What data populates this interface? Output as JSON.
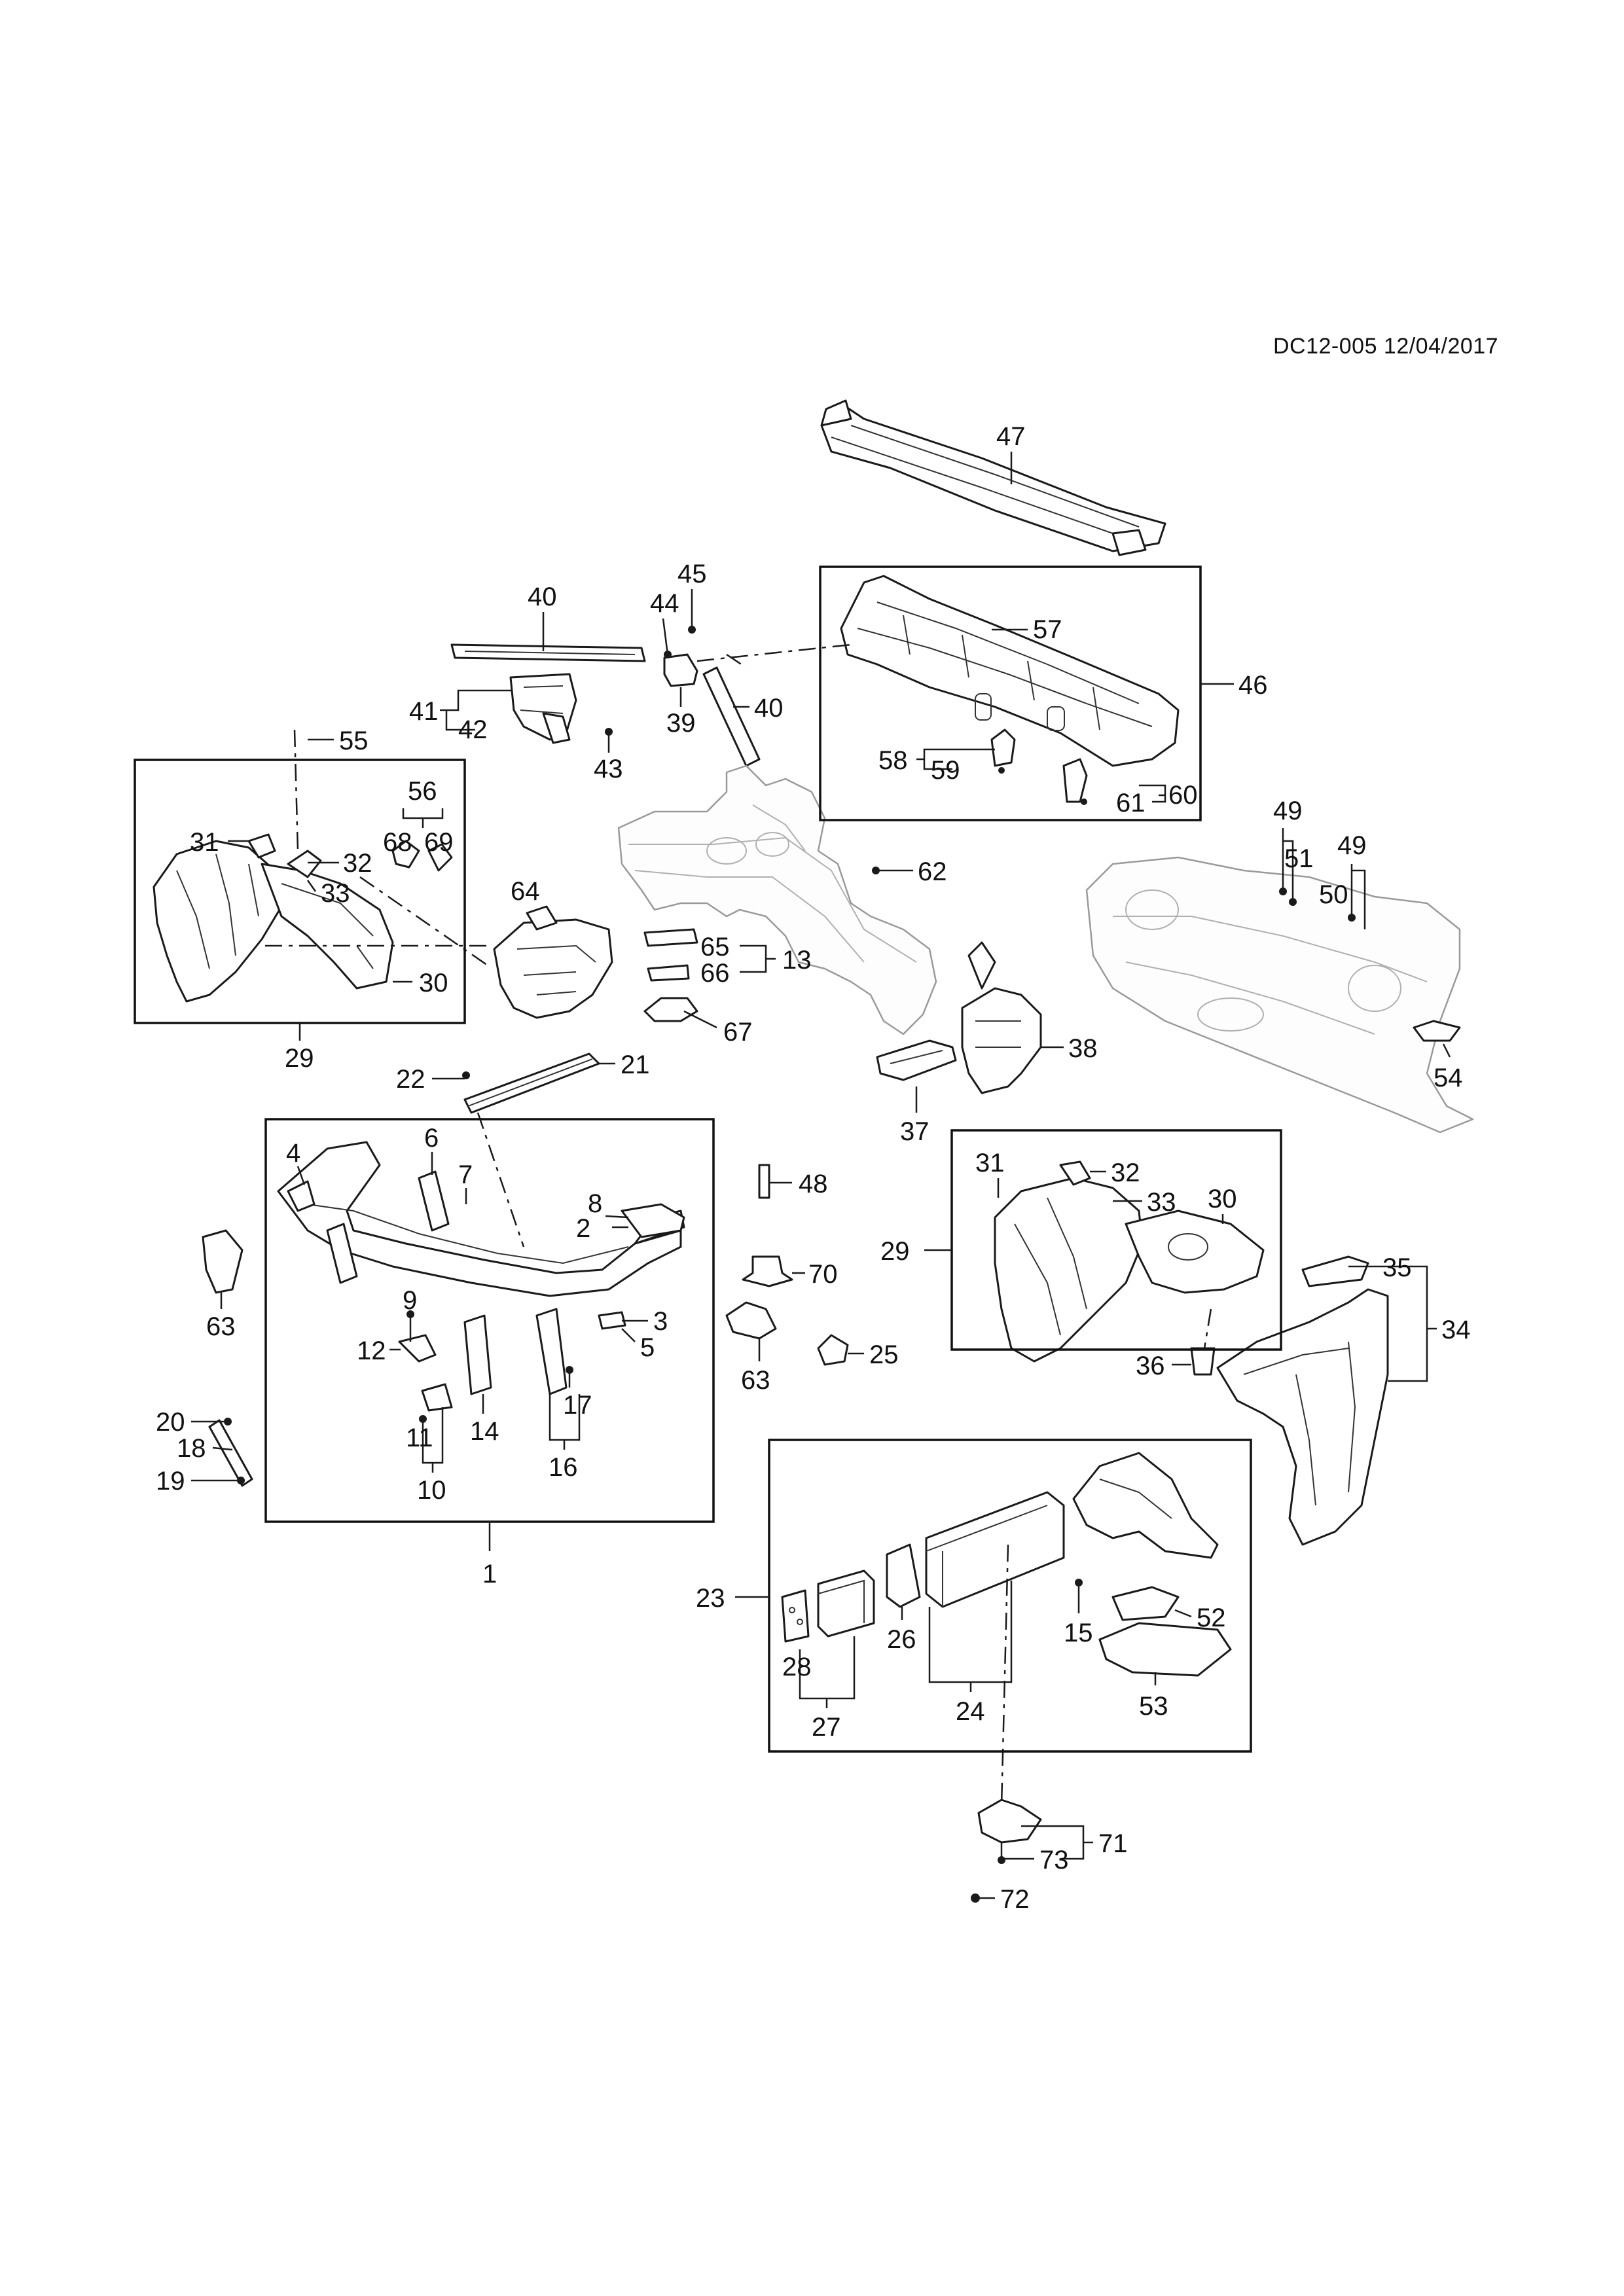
{
  "document": {
    "code": "DC12-005 12/04/2017"
  },
  "callouts": {
    "c1": "1",
    "c2": "2",
    "c3": "3",
    "c4": "4",
    "c5": "5",
    "c6": "6",
    "c7": "7",
    "c8": "8",
    "c9": "9",
    "c10": "10",
    "c11": "11",
    "c12": "12",
    "c13": "13",
    "c14": "14",
    "c15": "15",
    "c16": "16",
    "c17": "17",
    "c18": "18",
    "c19": "19",
    "c20": "20",
    "c21": "21",
    "c22": "22",
    "c23": "23",
    "c24": "24",
    "c25": "25",
    "c26": "26",
    "c27": "27",
    "c28": "28",
    "c29": "29",
    "c30": "30",
    "c31": "31",
    "c32": "32",
    "c33": "33",
    "c34": "34",
    "c35": "35",
    "c36": "36",
    "c37": "37",
    "c38": "38",
    "c39": "39",
    "c40": "40",
    "c41": "41",
    "c42": "42",
    "c43": "43",
    "c44": "44",
    "c45": "45",
    "c46": "46",
    "c47": "47",
    "c48": "48",
    "c49": "49",
    "c50": "50",
    "c51": "51",
    "c52": "52",
    "c53": "53",
    "c54": "54",
    "c55": "55",
    "c56": "56",
    "c57": "57",
    "c58": "58",
    "c59": "59",
    "c60": "60",
    "c61": "61",
    "c62": "62",
    "c63": "63",
    "c64": "64",
    "c65": "65",
    "c66": "66",
    "c67": "67",
    "c68": "68",
    "c69": "69",
    "c70": "70",
    "c71": "71",
    "c72": "72",
    "c73": "73"
  }
}
